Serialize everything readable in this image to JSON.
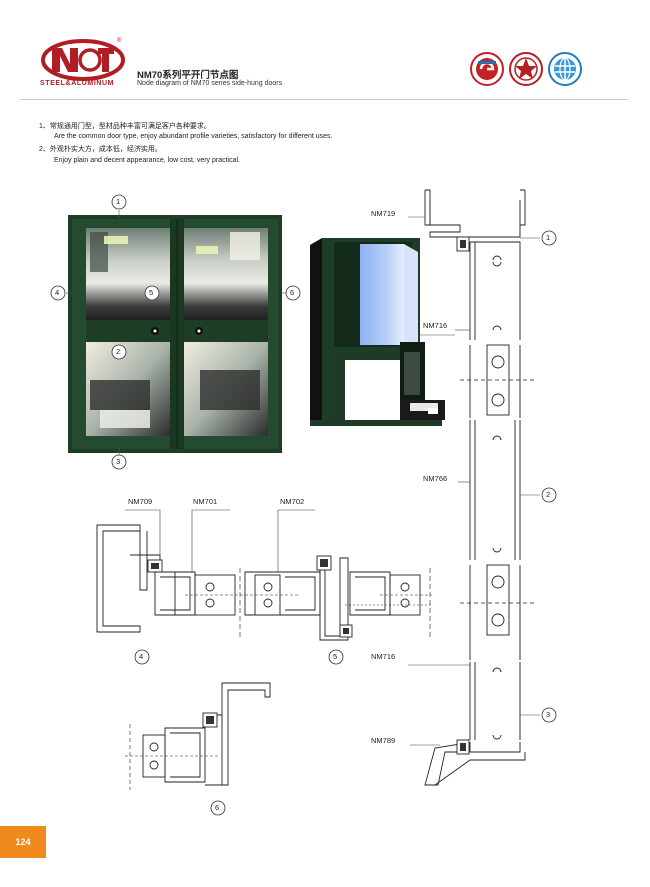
{
  "header": {
    "brand_text": "STEEL&ALUMINUM",
    "registered": "®",
    "title_cn": "NM70系列平开门节点图",
    "title_en": "Node diagram of NM70 series side-hung doors"
  },
  "intro": {
    "line1_cn": "1、常规通用门型，型材品种丰富可满足客户各种要求。",
    "line1_en": "Are the common door type, enjoy abundant profile varieties, satisfactory for different uses.",
    "line2_cn": "2、外观朴实大方，成本低，经济实用。",
    "line2_en": "Enjoy plain and decent appearance, low cost, very practical."
  },
  "markers": {
    "m1": "1",
    "m2": "2",
    "m3": "3",
    "m4": "4",
    "m5": "5",
    "m6": "6"
  },
  "profiles": {
    "nm719": "NM719",
    "nm716_top": "NM716",
    "nm766": "NM766",
    "nm716_bottom": "NM716",
    "nm789": "NM789",
    "nm709": "NM709",
    "nm701": "NM701",
    "nm702": "NM702"
  },
  "page_number": "124",
  "colors": {
    "brand_red": "#b01d22",
    "door_frame": "#1d3d26",
    "page_tab": "#f08a1c"
  }
}
